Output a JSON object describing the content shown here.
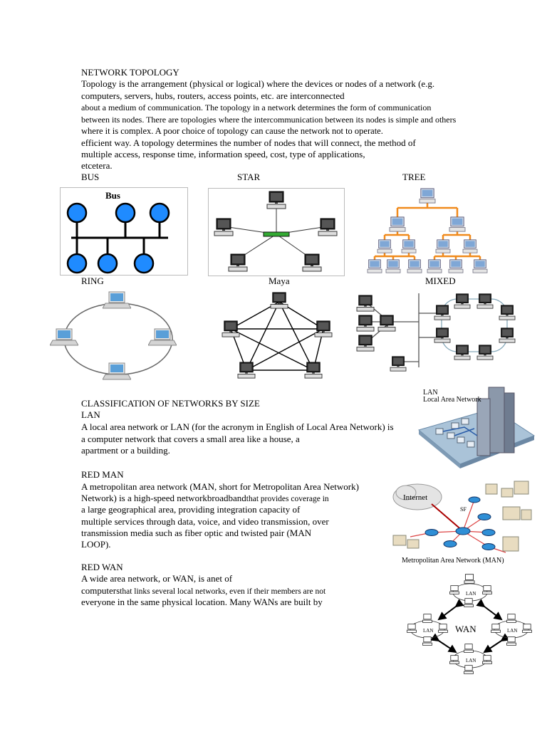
{
  "intro": {
    "title": "NETWORK TOPOLOGY",
    "lines": [
      "Topology is the arrangement (physical or logical) where the devices or nodes of a network (e.g.",
      "computers, servers, hubs, routers, access points, etc. are interconnected",
      "about a medium of communication. The topology in a network determines the form of communication",
      "between its nodes. There are topologies where the intercommunication between its nodes is simple and others",
      "where it is complex. A poor choice of topology can cause the network not to operate.",
      "efficient way. A topology determines the number of nodes that will connect, the method of",
      "multiple access, response time, information speed, cost, type of applications,",
      "etcetera."
    ]
  },
  "topologies": {
    "bus": "BUS",
    "star": "STAR",
    "tree": "TREE",
    "ring": "RING",
    "maya": "Maya",
    "mixed": "MIXED",
    "bus_figure_label": "Bus"
  },
  "classification": {
    "heading": "CLASSIFICATION OF NETWORKS BY SIZE",
    "lan": {
      "heading": "LAN",
      "lines": [
        "A local area network or LAN (for the acronym in English of Local Area Network) is",
        "a computer network that covers a small area like a house, a",
        "apartment or a building."
      ],
      "figure_label_1": "LAN",
      "figure_label_2": "Local Area Network"
    },
    "man": {
      "heading": "RED MAN",
      "line1": "A metropolitan area network (MAN, short for Metropolitan Area Network)",
      "line2a": "Network) is a high-speed networkbroadband",
      "line2b": "that provides coverage in",
      "lines": [
        "a large geographical area, providing integration capacity of",
        "multiple services through data, voice, and video transmission, over",
        "transmission media such as fiber optic and twisted pair (MAN",
        "LOOP)."
      ],
      "figure_internet": "Internet",
      "figure_sf": "SF",
      "figure_caption": "Metropolitan Area Network (MAN)"
    },
    "wan": {
      "heading": "RED WAN",
      "line1": "A wide area network, or WAN, is anet of",
      "line2a": "computers",
      "line2b": "that links several local networks, even if their members are not",
      "line3": "everyone in the same physical location. Many WANs are built by",
      "figure_center": "WAN",
      "figure_lan": "LAN"
    }
  }
}
